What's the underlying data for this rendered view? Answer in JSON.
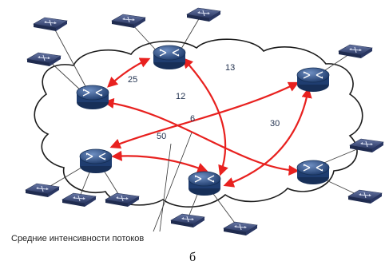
{
  "diagram": {
    "flows": [
      {
        "id": "flow-25",
        "value": "25"
      },
      {
        "id": "flow-13",
        "value": "13"
      },
      {
        "id": "flow-12",
        "value": "12"
      },
      {
        "id": "flow-6",
        "value": "6"
      },
      {
        "id": "flow-50",
        "value": "50"
      },
      {
        "id": "flow-30",
        "value": "30"
      }
    ],
    "caption": "Средние интенсивности потоков",
    "sublabel": "б",
    "colors": {
      "cloud_fill": "#ffffff",
      "cloud_stroke": "#1c1c1c",
      "flow_arrow": "#e8211f",
      "router": "#2d4f86",
      "switch": "#3a4a78"
    },
    "icons": [
      "router-icon",
      "switch-icon",
      "cloud-shape"
    ]
  }
}
